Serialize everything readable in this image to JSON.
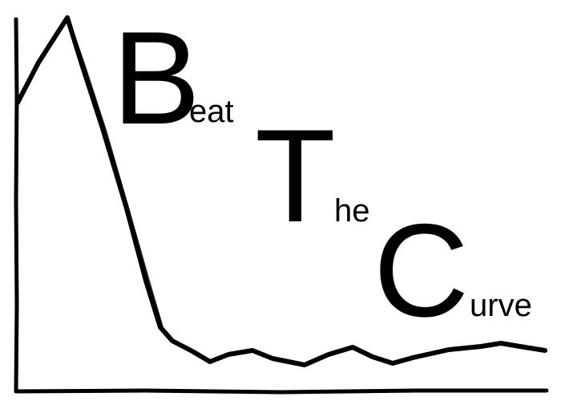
{
  "logo": {
    "words": [
      {
        "initial": "B",
        "rest": "eat"
      },
      {
        "initial": "T",
        "rest": "he"
      },
      {
        "initial": "C",
        "rest": "urve"
      }
    ]
  },
  "colors": {
    "ink": "#000000",
    "background": "#ffffff"
  }
}
